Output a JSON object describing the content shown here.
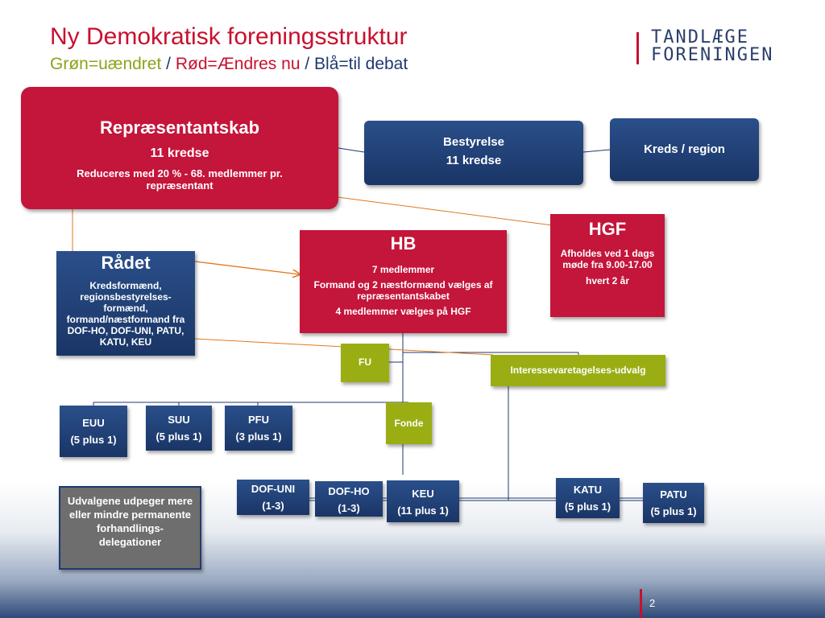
{
  "header": {
    "title": "Ny Demokratisk foreningsstruktur",
    "legend_green": "Grøn=uændret",
    "legend_red": "Rød=Ændres nu",
    "legend_blue": "Blå=til debat",
    "separator": " / "
  },
  "logo": {
    "line1": "TANDLÆGE",
    "line2": "FORENINGEN"
  },
  "colors": {
    "red": "#c4153a",
    "navy": "#1f3a6e",
    "olive": "#9aae13",
    "grey": "#6e6e6e",
    "connector_orange": "#e07820"
  },
  "nodes": {
    "repraesentantskab": {
      "title": "Repræsentantskab",
      "line1": "11 kredse",
      "line2": "Reduceres med 20 % - 68. medlemmer pr. repræsentant"
    },
    "bestyrelse": {
      "title": "Bestyrelse",
      "line1": "11 kredse"
    },
    "kreds": {
      "title": "Kreds / region"
    },
    "hgf": {
      "title": "HGF",
      "line1": "Afholdes ved 1 dags møde fra 9.00-17.00",
      "line2": "hvert 2 år"
    },
    "hb": {
      "title": "HB",
      "line1": "7 medlemmer",
      "line2": "Formand og 2 næstformænd vælges af repræsentantskabet",
      "line3": "4 medlemmer vælges på HGF"
    },
    "raadet": {
      "title": "Rådet",
      "line1": "Kredsformænd, regionsbestyrelses-formænd, formand/næstformand fra DOF-HO, DOF-UNI, PATU, KATU, KEU"
    },
    "fu": {
      "title": "FU"
    },
    "interesse": {
      "title": "Interessevaretagelses-udvalg"
    },
    "fonde": {
      "title": "Fonde"
    },
    "euu": {
      "title": "EUU",
      "line1": "(5 plus 1)"
    },
    "suu": {
      "title": "SUU",
      "line1": "(5 plus 1)"
    },
    "pfu": {
      "title": "PFU",
      "line1": "(3 plus 1)"
    },
    "dofuni": {
      "title": "DOF-UNI",
      "line1": "(1-3)"
    },
    "dofho": {
      "title": "DOF-HO",
      "line1": "(1-3)"
    },
    "keu": {
      "title": "KEU",
      "line1": "(11 plus 1)"
    },
    "katu": {
      "title": "KATU",
      "line1": "(5 plus 1)"
    },
    "patu": {
      "title": "PATU",
      "line1": "(5 plus 1)"
    },
    "note": {
      "text": "Udvalgene udpeger mere eller mindre permanente forhandlings-delegationer"
    }
  },
  "page_number": "2"
}
